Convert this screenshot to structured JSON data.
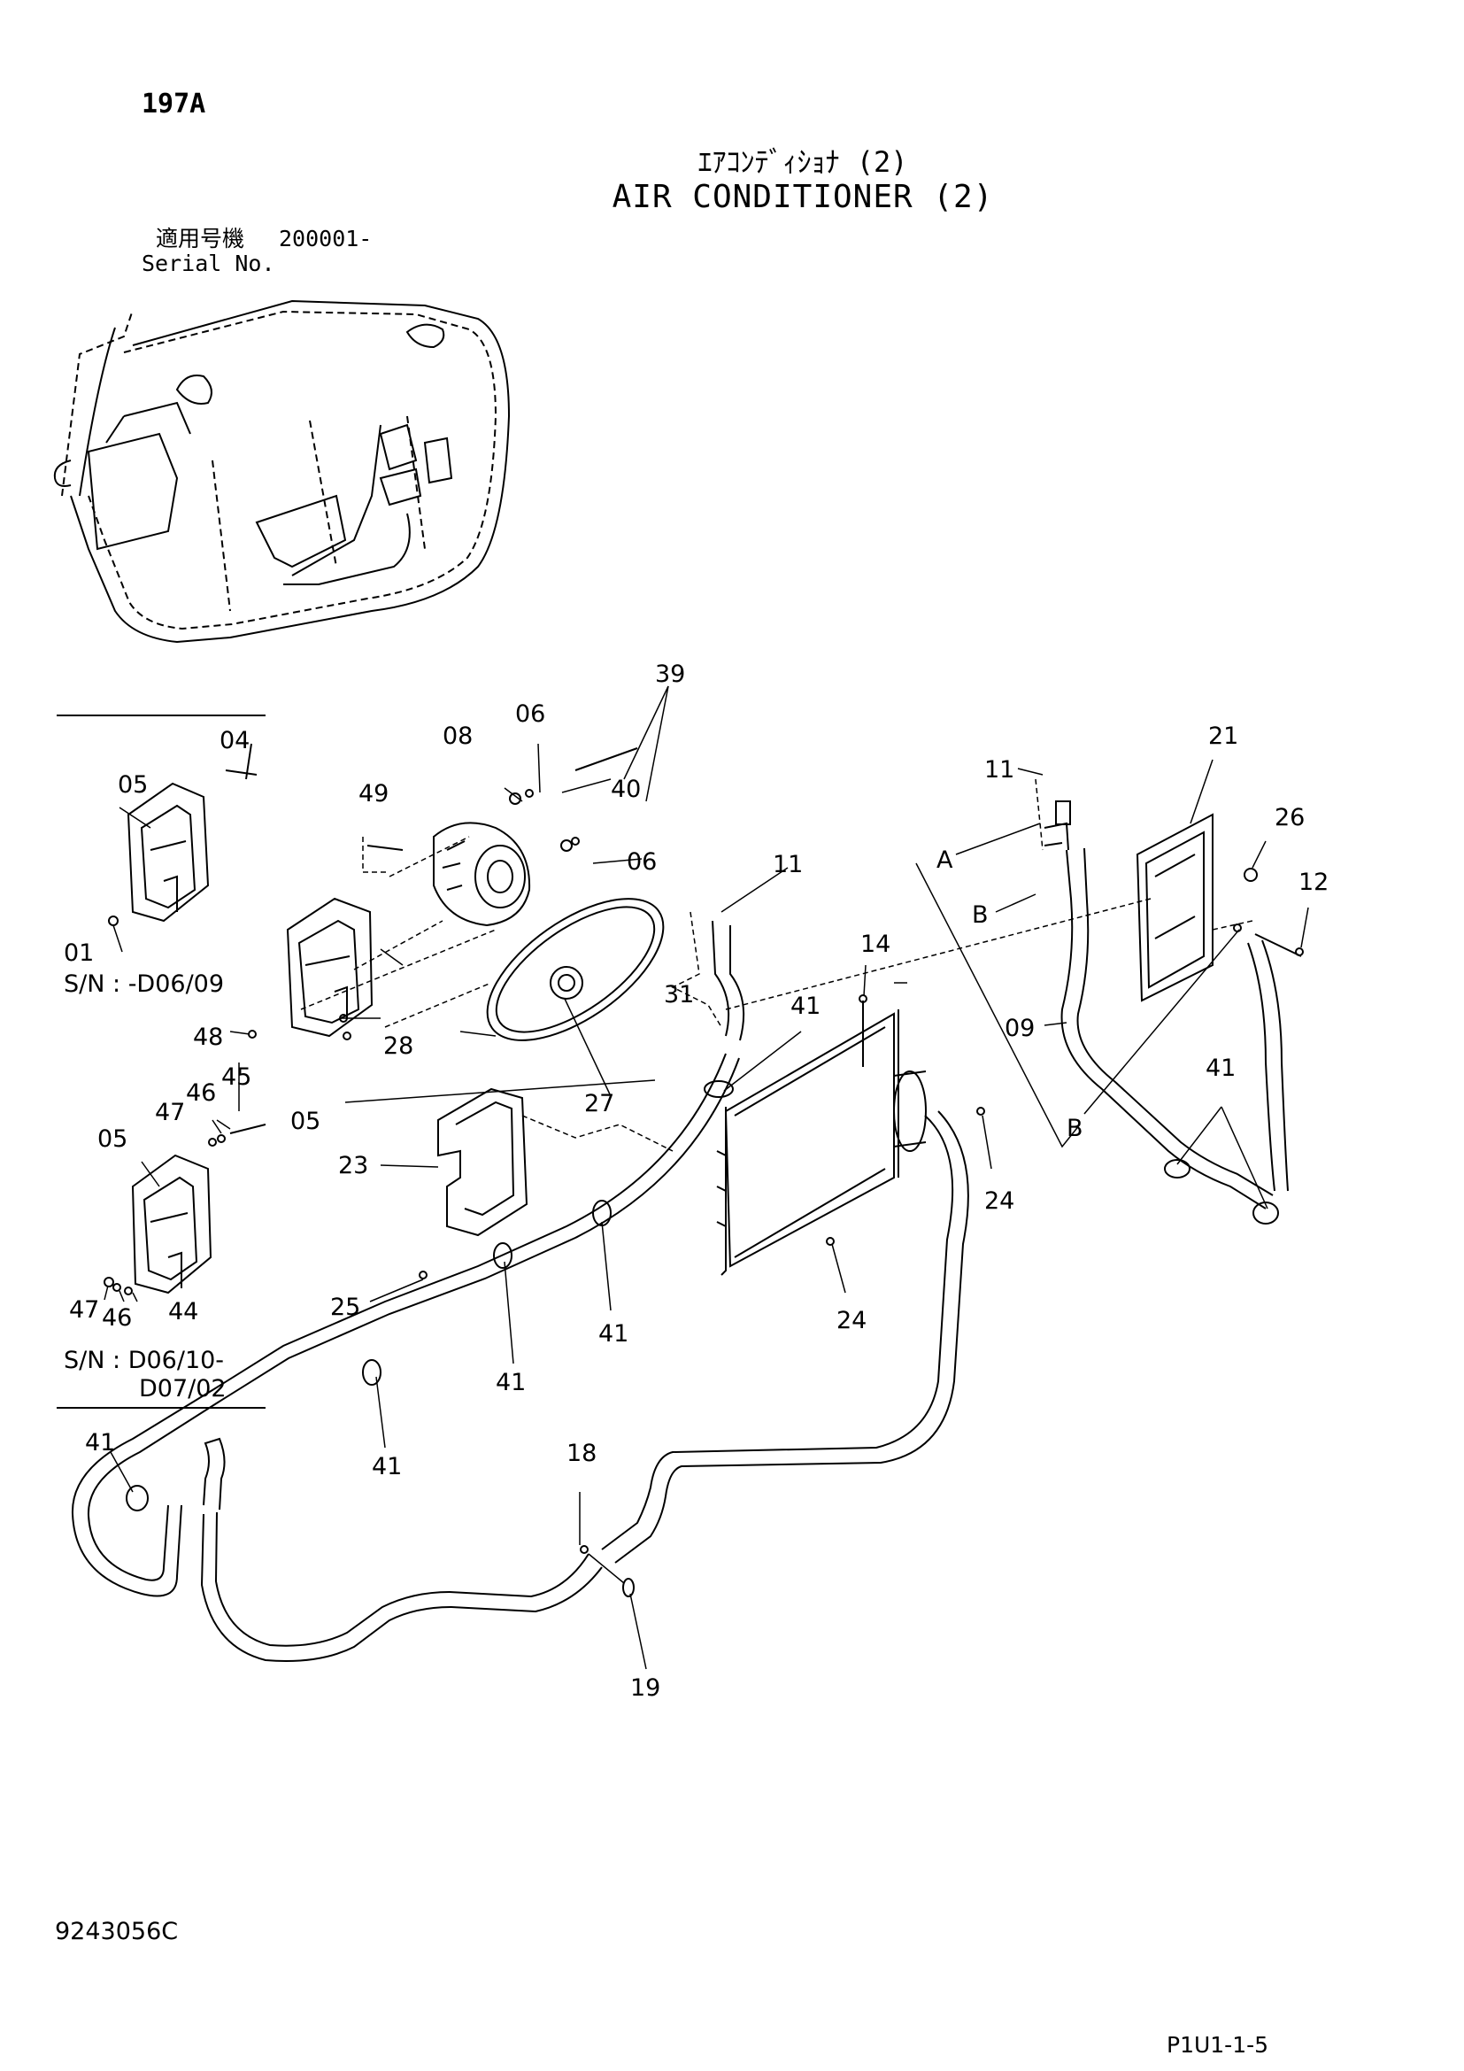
{
  "header": {
    "page_id": "197A",
    "title_jp": "ｴｱｺﾝﾃﾞｨｼｮﾅ (2)",
    "title_en": "AIR CONDITIONER (2)",
    "serial_label_jp": "適用号機",
    "serial_label_en": "Serial No.",
    "serial_value": "200001-"
  },
  "callouts": {
    "c04": "04",
    "c05a": "05",
    "c01": "01",
    "sn1": "S/N : -D06/09",
    "c49": "49",
    "c08": "08",
    "c06a": "06",
    "c06b": "06",
    "c39": "39",
    "c40": "40",
    "c48": "48",
    "c28": "28",
    "c05b": "05",
    "c31": "31",
    "c27": "27",
    "c45": "45",
    "c46a": "46",
    "c47a": "47",
    "c05c": "05",
    "c47b": "47",
    "c46b": "46",
    "c44": "44",
    "sn2a": "S/N : D06/10-",
    "sn2b": "D07/02",
    "c23": "23",
    "c25": "25",
    "c11a": "11",
    "c41a": "41",
    "c14": "14",
    "c24a": "24",
    "c24b": "24",
    "c11b": "11",
    "cA": "A",
    "cB1": "B",
    "cB2": "B",
    "c09": "09",
    "c21": "21",
    "c26": "26",
    "c12": "12",
    "c41b": "41",
    "c41c": "41",
    "c41d": "41",
    "c41e": "41",
    "c41f": "41",
    "c18": "18",
    "c19": "19"
  },
  "footer": {
    "drawing_no": "9243056C",
    "page_ref": "P1U1-1-5"
  }
}
